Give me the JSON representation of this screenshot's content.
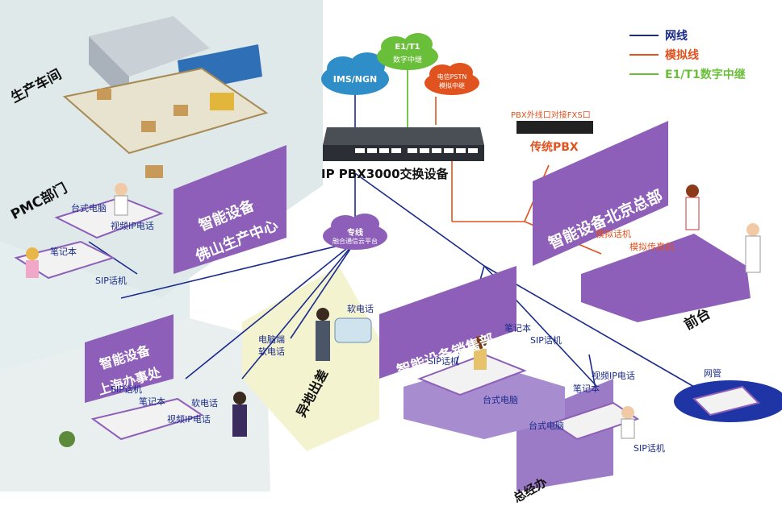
{
  "legend": {
    "items": [
      {
        "label": "网线",
        "color": "#1a2b8c"
      },
      {
        "label": "模拟线",
        "color": "#e0521e"
      },
      {
        "label": "E1/T1数字中继",
        "color": "#6abf3a"
      }
    ]
  },
  "clouds": {
    "ims": "IMS/NGN",
    "e1t1_line1": "E1/T1",
    "e1t1_line2": "数字中继",
    "pstn_line1": "电信PSTN",
    "pstn_line2": "模拟中继",
    "private_line1": "专线",
    "private_line2": "融合通信云平台"
  },
  "central": {
    "device_label": "IP PBX3000交换设备"
  },
  "legacy_pbx": {
    "caption": "PBX外线口对接FXS口",
    "title": "传统PBX"
  },
  "areas": {
    "production_workshop": "生产车间",
    "pmc": "PMC部门",
    "foshan_banner": [
      "智能设备",
      "佛山生产中心"
    ],
    "shanghai_banner": [
      "智能设备",
      "上海办事处"
    ],
    "beijing_banner": "智能设备北京总部",
    "sales_banner": "智能设备销售部",
    "front_desk": "前台",
    "business_trip": "异地出差",
    "general_manager": "总经办"
  },
  "device_labels": {
    "foshan": [
      "台式电脑",
      "视频IP电话",
      "笔记本",
      "SIP话机"
    ],
    "shanghai": [
      "SIP话机",
      "笔记本",
      "视频IP电话",
      "软电话"
    ],
    "trip": [
      "软电话",
      "电脑端",
      "软电话"
    ],
    "beijing": [
      "模拟话机",
      "模拟传真机"
    ],
    "sales": [
      "笔记本",
      "SIP话机",
      "SIP话机",
      "台式电脑"
    ],
    "gm": [
      "视频IP电话",
      "笔记本",
      "台式电脑",
      "SIP话机"
    ],
    "netmgmt": "网管"
  }
}
